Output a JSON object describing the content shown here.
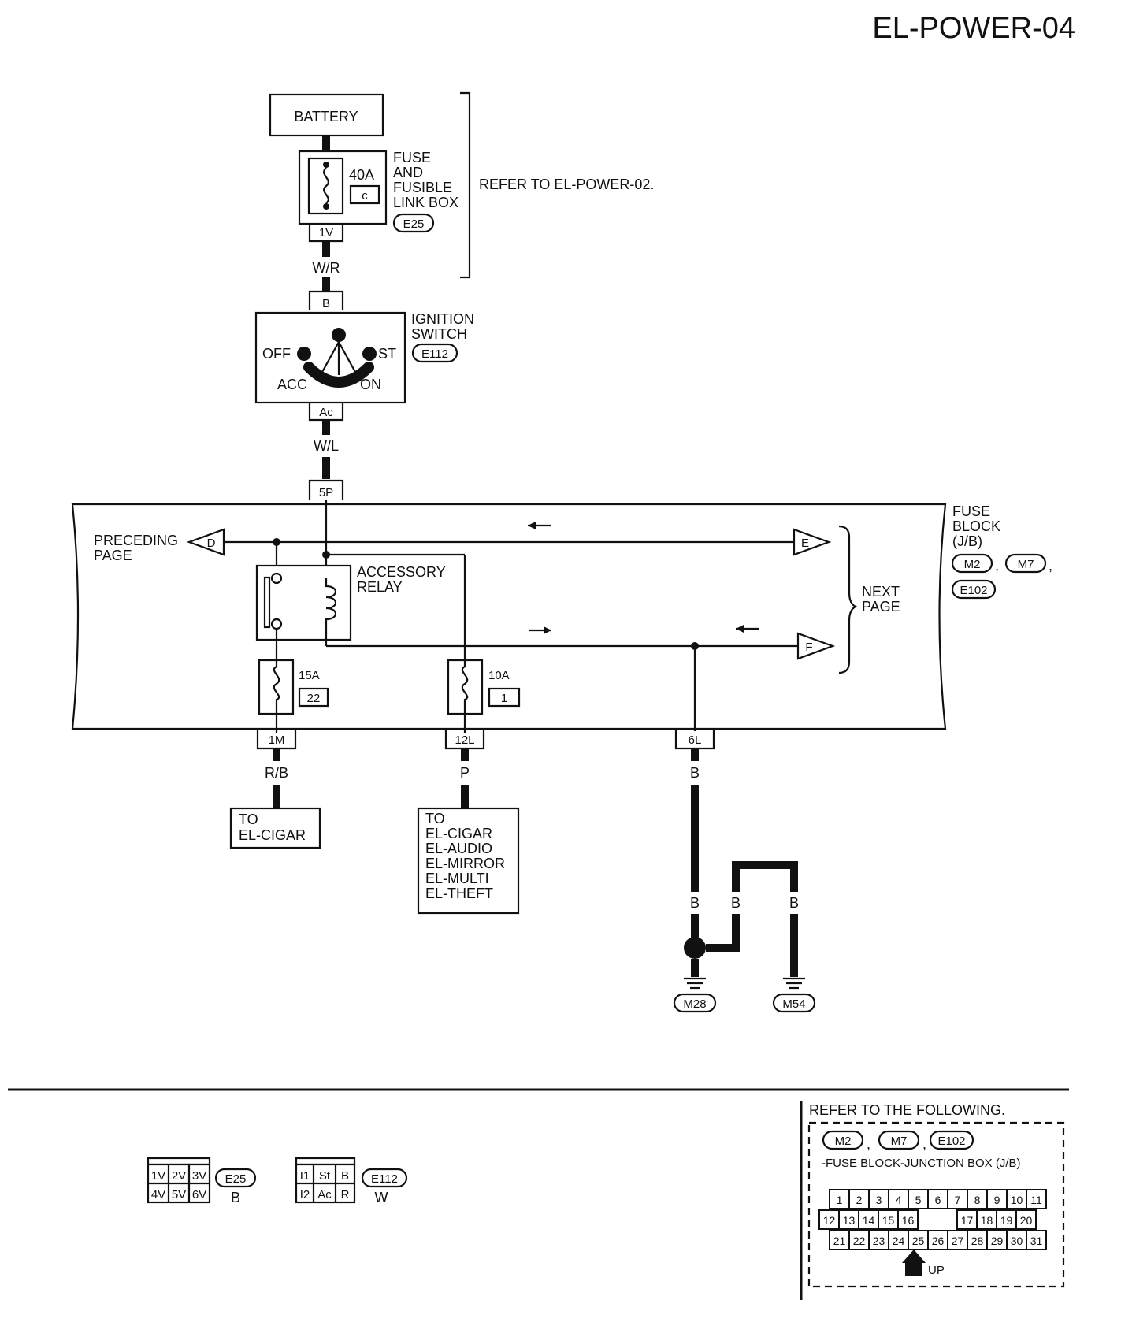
{
  "page_code": "EL-POWER-04",
  "battery": "BATTERY",
  "fuse_link_box": {
    "rating": "40A",
    "fuse_no": "c",
    "name_lines": [
      "FUSE",
      "AND",
      "FUSIBLE",
      "LINK BOX"
    ],
    "connector": "E25",
    "terminal": "1V",
    "refer": "REFER TO EL-POWER-02."
  },
  "wires": {
    "battery_to_switch": "W/R",
    "switch_to_block": "W/L",
    "to_cigar": "R/B",
    "to_multi": "P",
    "ground": "B"
  },
  "ignition_switch": {
    "name_lines": [
      "IGNITION",
      "SWITCH"
    ],
    "connector": "E112",
    "terminal_in": "B",
    "terminal_out": "Ac",
    "positions": {
      "off": "OFF",
      "acc": "ACC",
      "on": "ON",
      "st": "ST"
    }
  },
  "fuse_block": {
    "name_lines": [
      "FUSE",
      "BLOCK",
      "(J/B)"
    ],
    "connectors": [
      "M2",
      "M7",
      "E102"
    ],
    "input_terminal": "5P",
    "preceding_lines": [
      "PRECEDING",
      "PAGE"
    ],
    "preceding_marker": "D",
    "next_lines": [
      "NEXT",
      "PAGE"
    ],
    "next_markers": [
      "E",
      "F"
    ],
    "relay_lines": [
      "ACCESSORY",
      "RELAY"
    ],
    "fuse_a": {
      "rating": "15A",
      "number": "22",
      "terminal": "1M"
    },
    "fuse_b": {
      "rating": "10A",
      "number": "1",
      "terminal": "12L"
    },
    "ground_terminal": "6L"
  },
  "dest_cigar": [
    "TO",
    "EL-CIGAR"
  ],
  "dest_list": [
    "TO",
    "EL-CIGAR",
    "EL-AUDIO",
    "EL-MIRROR",
    "EL-MULTI",
    "EL-THEFT"
  ],
  "grounds": {
    "g1": "M28",
    "g2": "M54"
  },
  "connector_views": {
    "e25": {
      "cells": [
        "1V",
        "2V",
        "3V",
        "4V",
        "5V",
        "6V"
      ],
      "id": "E25",
      "color": "B"
    },
    "e112": {
      "cells": [
        "I1",
        "St",
        "B",
        "I2",
        "Ac",
        "R"
      ],
      "id": "E112",
      "color": "W"
    }
  },
  "refer_box": {
    "heading": "REFER TO THE FOLLOWING.",
    "connectors": [
      "M2",
      "M7",
      "E102"
    ],
    "caption": "-FUSE BLOCK-JUNCTION BOX (J/B)",
    "row1": [
      "1",
      "2",
      "3",
      "4",
      "5",
      "6",
      "7",
      "8",
      "9",
      "10",
      "11"
    ],
    "row2": [
      "12",
      "13",
      "14",
      "15",
      "16",
      "17",
      "18",
      "19",
      "20"
    ],
    "row3": [
      "21",
      "22",
      "23",
      "24",
      "25",
      "26",
      "27",
      "28",
      "29",
      "30",
      "31"
    ],
    "up": "UP"
  }
}
